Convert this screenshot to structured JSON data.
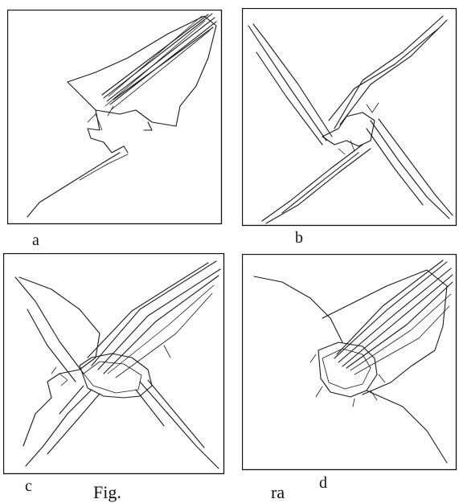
{
  "panels": [
    {
      "id": "a",
      "label": "a"
    },
    {
      "id": "b",
      "label": "b"
    },
    {
      "id": "c",
      "label": "c"
    },
    {
      "id": "d",
      "label": "d"
    }
  ],
  "caption": {
    "left_fragment": "Fig.",
    "right_fragment": "ra"
  }
}
